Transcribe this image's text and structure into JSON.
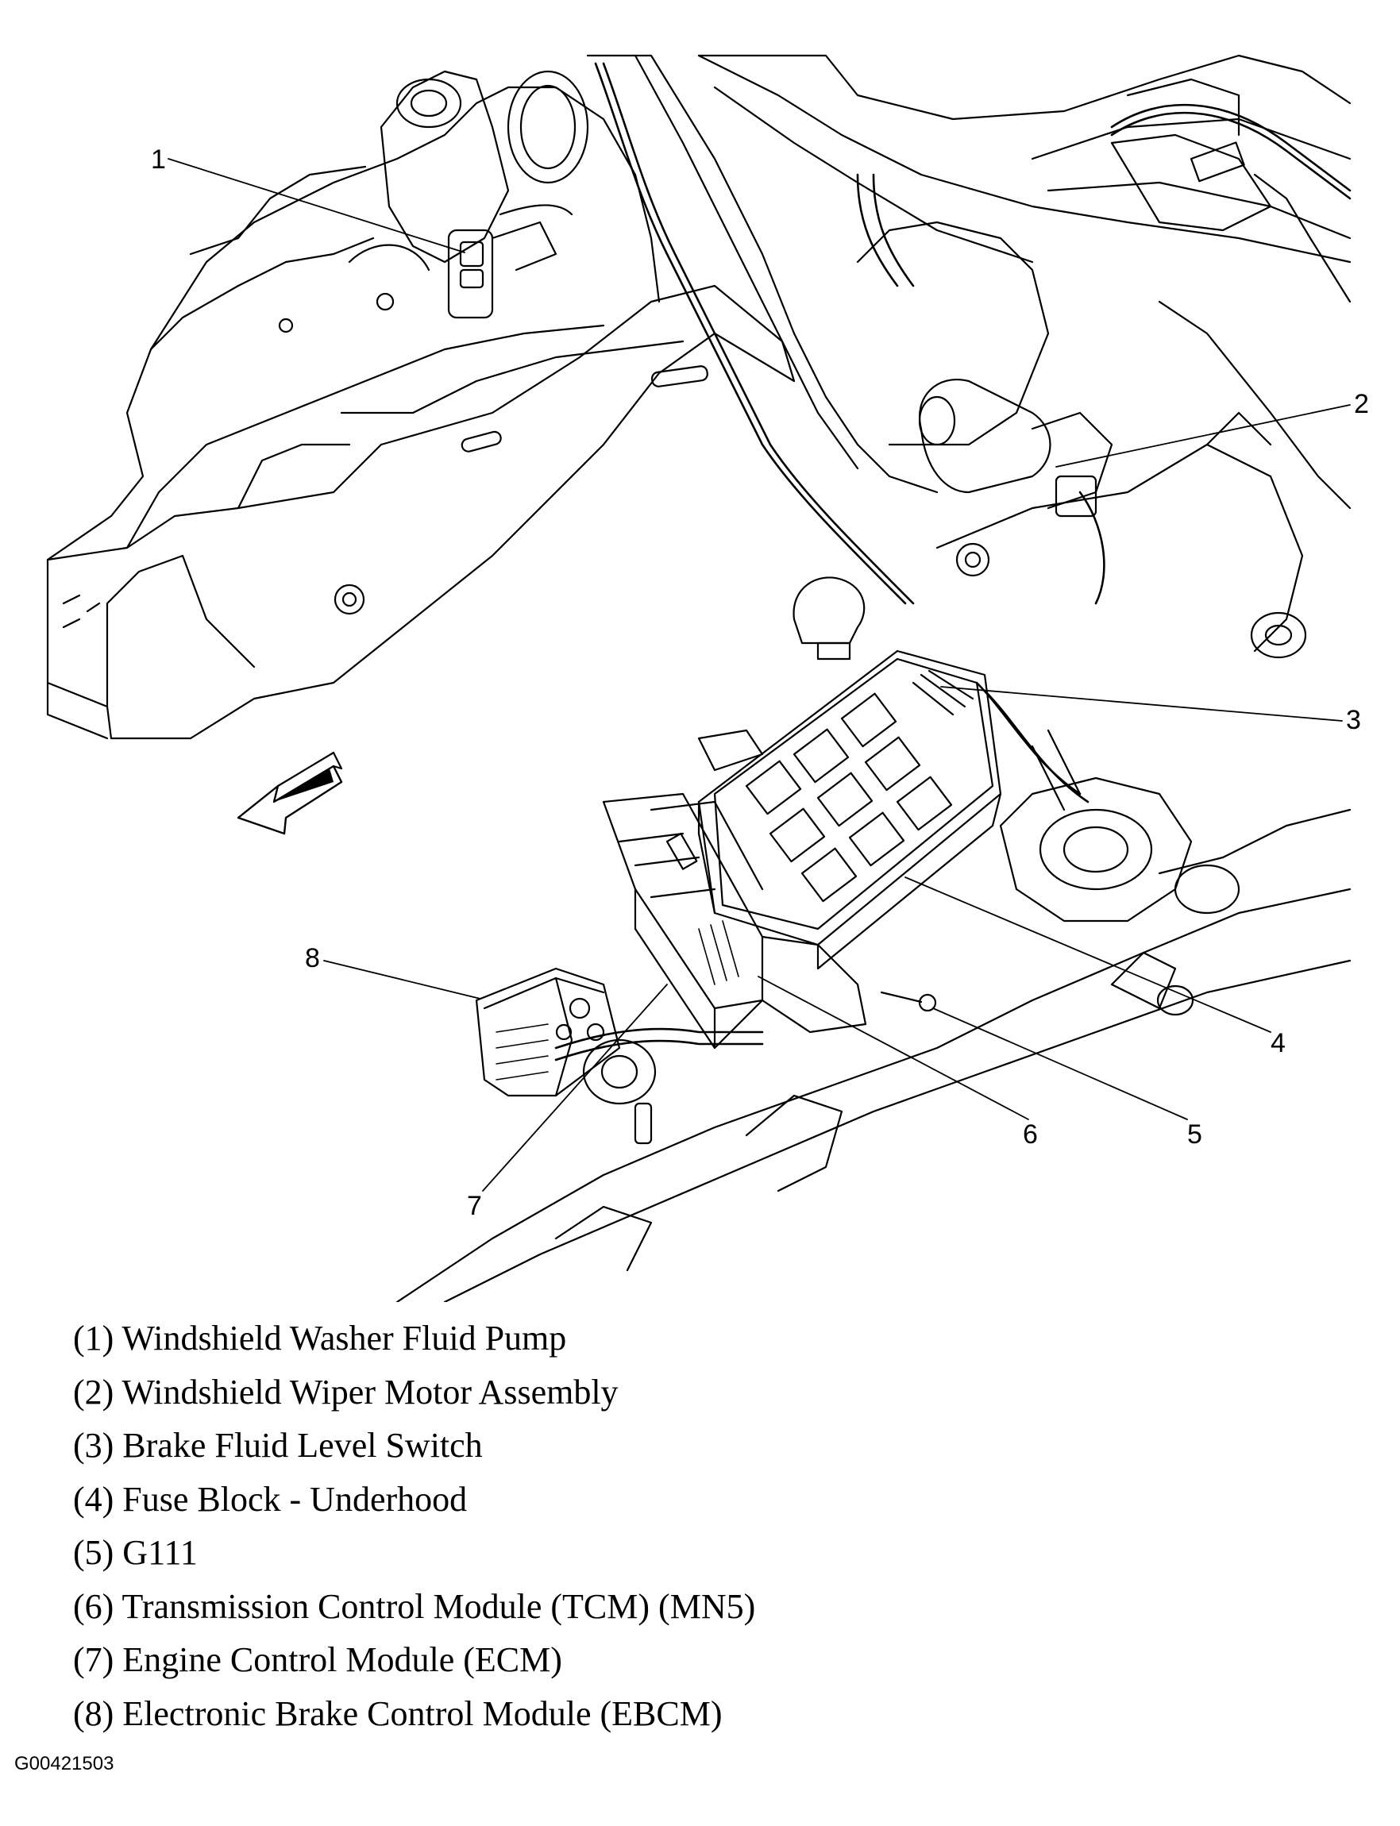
{
  "callouts": [
    {
      "number": "1",
      "label": "(1) Windshield Washer Fluid Pump"
    },
    {
      "number": "2",
      "label": "(2) Windshield Wiper Motor Assembly"
    },
    {
      "number": "3",
      "label": "(3) Brake Fluid Level Switch"
    },
    {
      "number": "4",
      "label": "(4) Fuse Block - Underhood"
    },
    {
      "number": "5",
      "label": "(5) G111"
    },
    {
      "number": "6",
      "label": "(6) Transmission Control Module (TCM) (MN5)"
    },
    {
      "number": "7",
      "label": "(7) Engine Control Module (ECM)"
    },
    {
      "number": "8",
      "label": "(8) Electronic Brake Control Module (EBCM)"
    }
  ],
  "figure_id": "G00421503",
  "colors": {
    "ink": "#000000",
    "paper": "#ffffff"
  }
}
